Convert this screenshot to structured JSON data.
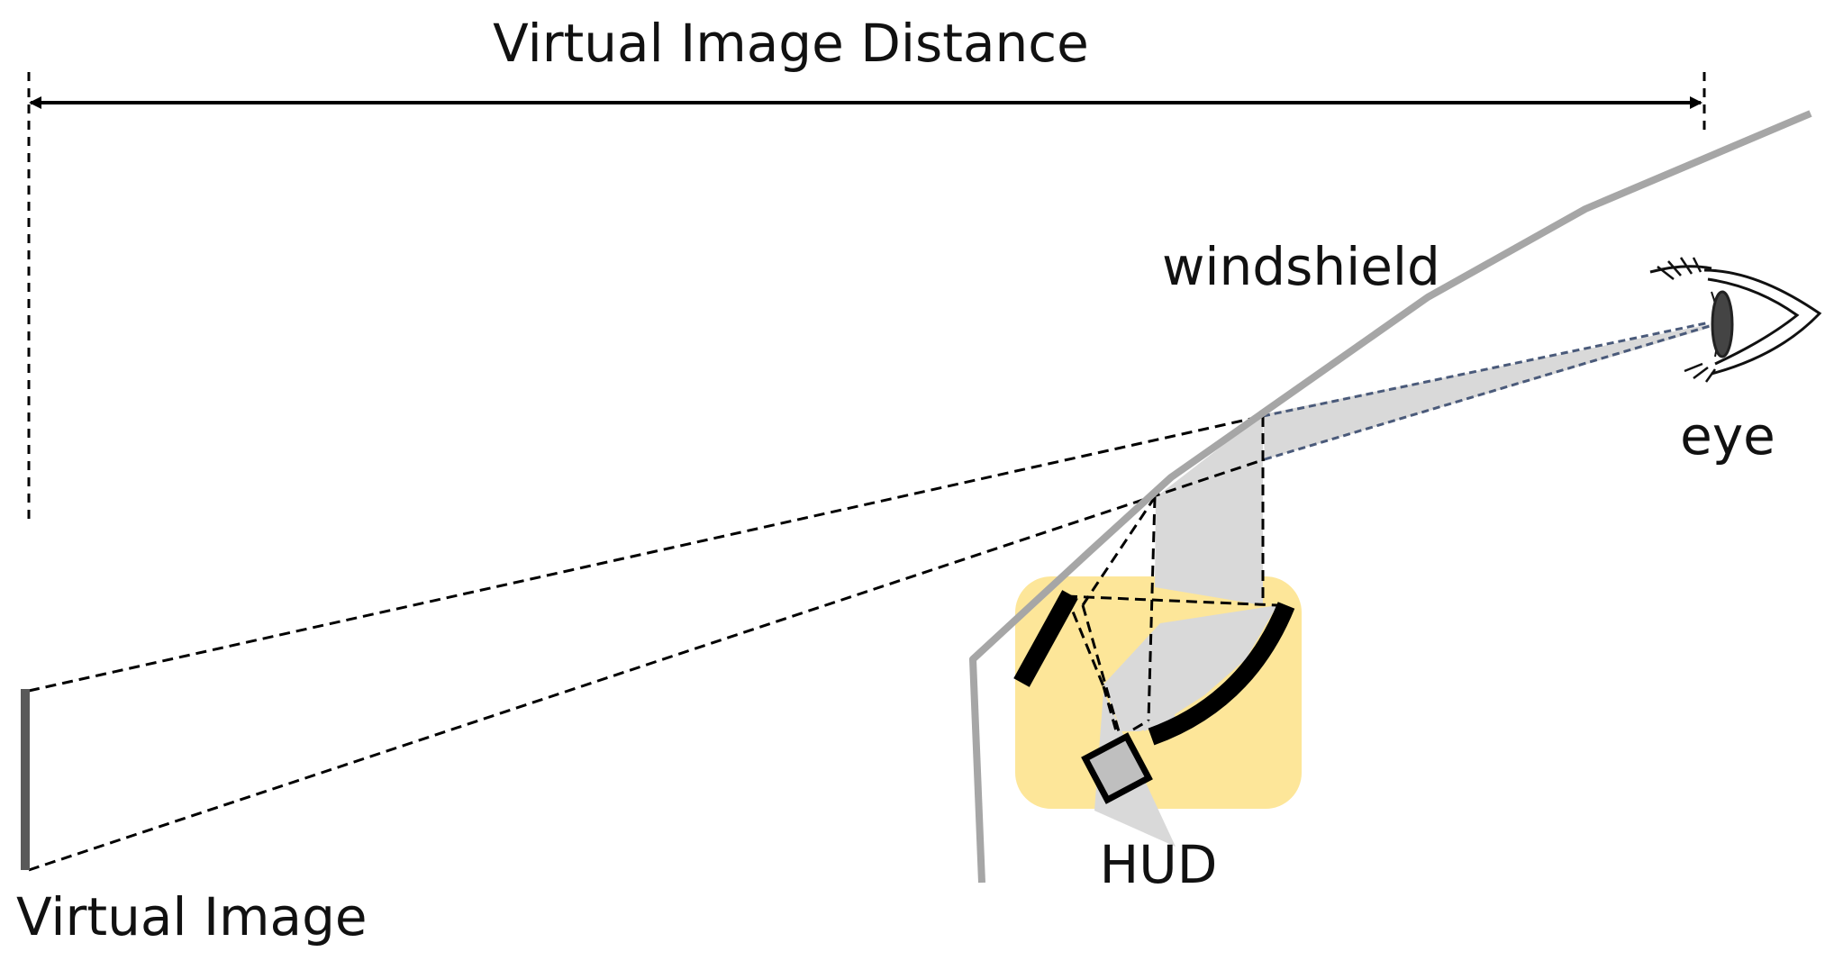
{
  "labels": {
    "virtual_image_distance": "Virtual Image Distance",
    "windshield": "windshield",
    "eye": "eye",
    "hud": "HUD",
    "virtual_image": "Virtual Image"
  },
  "colors": {
    "hud_box": "#fde699",
    "light_beam": "#d9d9d9",
    "windshield": "#a6a6a6",
    "mirror": "#000000",
    "virtual_image_bar": "#595959",
    "display": "#bfbfbf"
  },
  "icons": {
    "eye": "eye-icon",
    "display": "display-square-icon",
    "mirror_flat": "flat-mirror-icon",
    "mirror_curved": "curved-mirror-icon"
  }
}
